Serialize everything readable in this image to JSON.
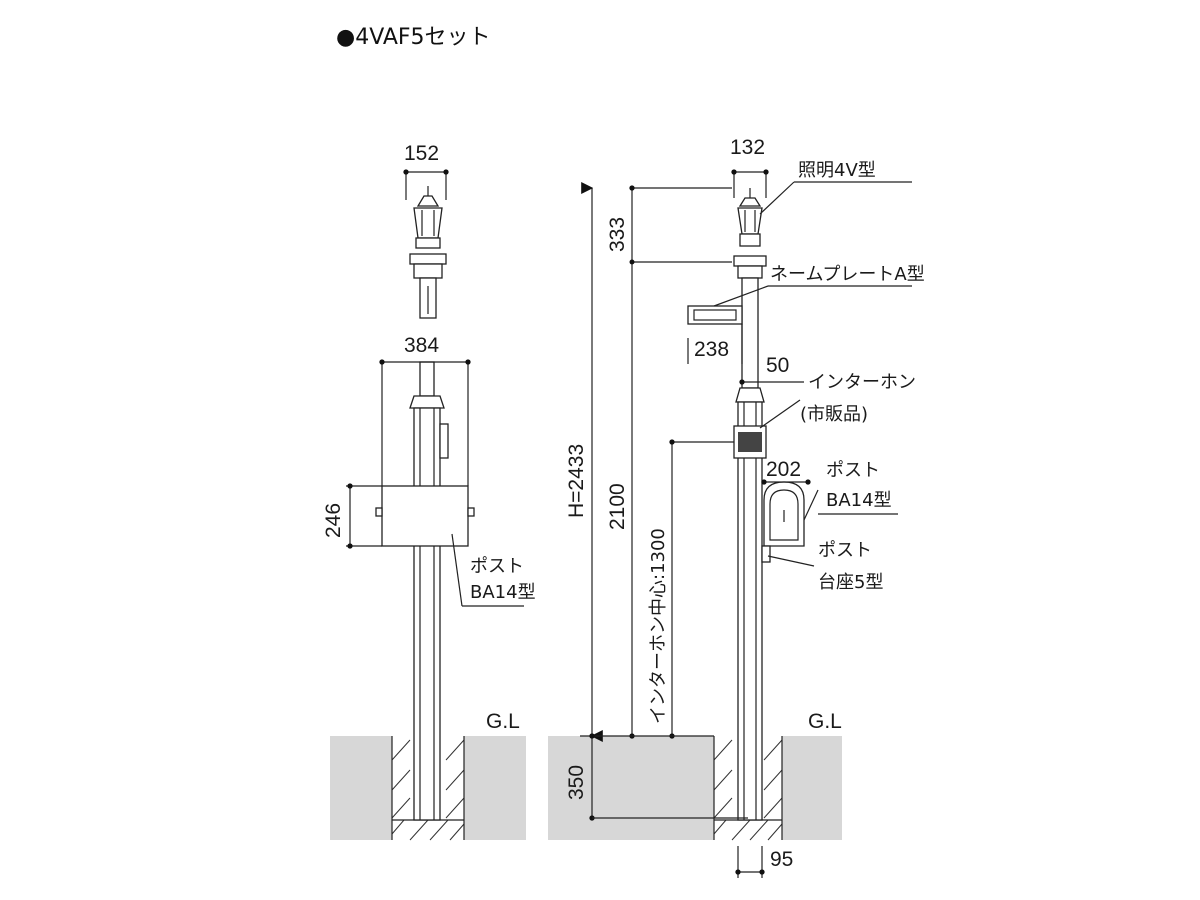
{
  "title": "●4VAF5セット",
  "left_view": {
    "dim_lamp_width": "152",
    "dim_post_width": "384",
    "dim_post_height": "246",
    "label_post_line1": "ポスト",
    "label_post_line2": "BA14型",
    "ground_label": "G.L"
  },
  "right_view": {
    "dim_lamp_width": "132",
    "label_light": "照明4V型",
    "dim_333": "333",
    "label_nameplate": "ネームプレートA型",
    "dim_nameplate_width": "238",
    "dim_50": "50",
    "label_intercom_line1": "インターホン",
    "label_intercom_line2": "(市販品)",
    "dim_202": "202",
    "label_post_line1": "ポスト",
    "label_post_line2": "BA14型",
    "label_base_line1": "ポスト",
    "label_base_line2": "台座5型",
    "dim_total_height": "H=2433",
    "dim_2100": "2100",
    "dim_intercom_center": "インターホン中心:1300",
    "ground_label": "G.L",
    "dim_350": "350",
    "dim_95": "95"
  },
  "colors": {
    "ground": "#d7d7d7",
    "line": "#222222"
  }
}
